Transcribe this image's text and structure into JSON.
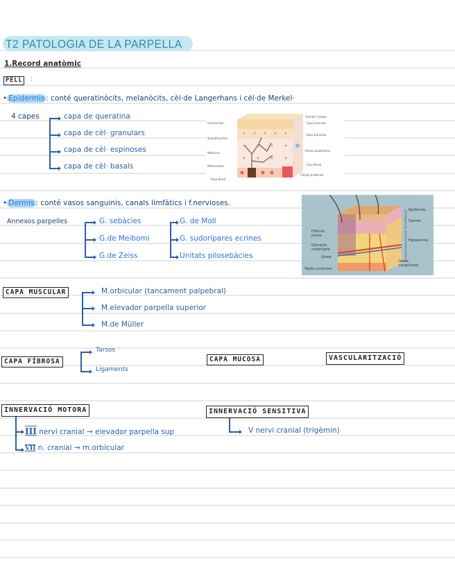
{
  "title": "T2 PATOLOGIA DE LA PARPELLA",
  "section_heading": "1.Record anatòmic",
  "pell": {
    "label": "PELL",
    "colon": ":"
  },
  "epidermis": {
    "keyword": "Epidermis",
    "text": ": conté queratinòcits, melanòcits, cèl·de Langerhans i cèl·de Merkel·",
    "layers_label": "4 capes",
    "layers": [
      "capa de queratina",
      "capa de cèl· granulars",
      "capa de cèl· espinoses",
      "capa de cèl· basals"
    ],
    "figure": {
      "left_labels": [
        "Corneocitos",
        "Queratinocitos",
        "Melanina",
        "Melanocitos",
        "Capa Basal"
      ],
      "right_labels": [
        "Estrato Córneo",
        "Capa Granular",
        "Capa Espinosa",
        "Célula Langerhans",
        "Capa Basal",
        "Célula de Merkel"
      ]
    }
  },
  "dermis": {
    "keyword": "Dermis",
    "text": ": conté vasos sanguinis, canals limfàtics i f.nervioses.",
    "annexes_label": "Annexos parpelles",
    "annexes_col1": [
      "G. sebàcies",
      "G.de Meibomi",
      "G.de Zeiss"
    ],
    "annexes_col2": [
      "G. de Moll",
      "G. sudorípares ecrines",
      "Unitats pilosebàcies"
    ],
    "figure": {
      "left_labels": [
        "Folículo piloso",
        "Glándula sudorípara",
        "Grasa",
        "Tejido conectivo"
      ],
      "right_labels": [
        "Epidermis",
        "Dermis",
        "Hipodermis",
        "Vasos sanguíneos"
      ]
    }
  },
  "capa_muscular": {
    "label": "CAPA MUSCULAR",
    "items": [
      "M.orbicular (tancament palpebral)",
      "M.elevador parpella superior",
      "M.de Müller"
    ]
  },
  "capa_fibrosa": {
    "label": "CAPA FÍBROSA",
    "items": [
      "Tarsos",
      "Ligaments"
    ]
  },
  "capa_mucosa": {
    "label": "CAPA MUCOSA"
  },
  "vascularitzacio": {
    "label": "VASCULARITZACIÓ"
  },
  "innervacio_motora": {
    "label": "INNERVACIÓ MOTORA",
    "items": [
      {
        "numeral": "III",
        "text": "nervi cranial → elevador parpella sup"
      },
      {
        "numeral": "VII",
        "text": "n. cranial → m.orbicular"
      }
    ]
  },
  "innervacio_sensitiva": {
    "label": "INNERVACIÓ SENSITIVA",
    "items": [
      "V nervi cranial (trigèmin)"
    ]
  },
  "colors": {
    "title_bg": "#c7e7f0",
    "title_text": "#2a8db0",
    "ink_dark": "#1e3f7a",
    "ink_blue": "#2d74d0",
    "highlight": "#a9d7f7",
    "rule": "#e6e8e9"
  }
}
